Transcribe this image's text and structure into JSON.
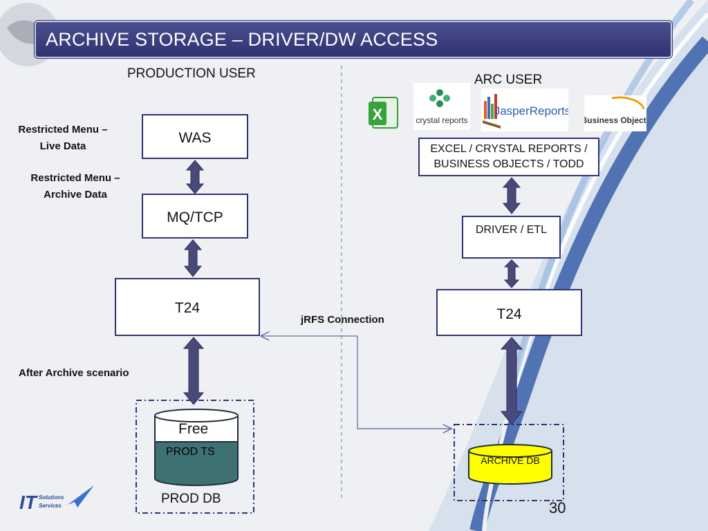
{
  "title": "ARCHIVE STORAGE – DRIVER/DW ACCESS",
  "left": {
    "heading": "PRODUCTION USER",
    "notes": [
      "Restricted Menu – Live Data",
      "Restricted Menu – Archive Data",
      "After Archive scenario"
    ],
    "boxes": {
      "was": "WAS",
      "mq": "MQ/TCP",
      "t24": "T24"
    },
    "db": {
      "free": "Free",
      "ts": "PROD TS",
      "label": "PROD DB"
    }
  },
  "right": {
    "heading": "ARC USER",
    "tools_box": "EXCEL / CRYSTAL REPORTS / BUSINESS OBJECTS / TODD",
    "driver": "DRIVER / ETL",
    "t24": "T24",
    "db": "ARCHIVE DB",
    "logos": {
      "crystal": "crystal reports",
      "jasper": "JasperReports",
      "bo": "Business Objects"
    }
  },
  "connection": "jRFS Connection",
  "footer": {
    "company_line1": "Solutions",
    "company_line2": "Services",
    "page_number": "30"
  },
  "colors": {
    "title_bg": "#3b3f7e",
    "arrow": "#4a4a7a",
    "archive_db": "#ffff00",
    "prod_ts": "#3e7272"
  }
}
